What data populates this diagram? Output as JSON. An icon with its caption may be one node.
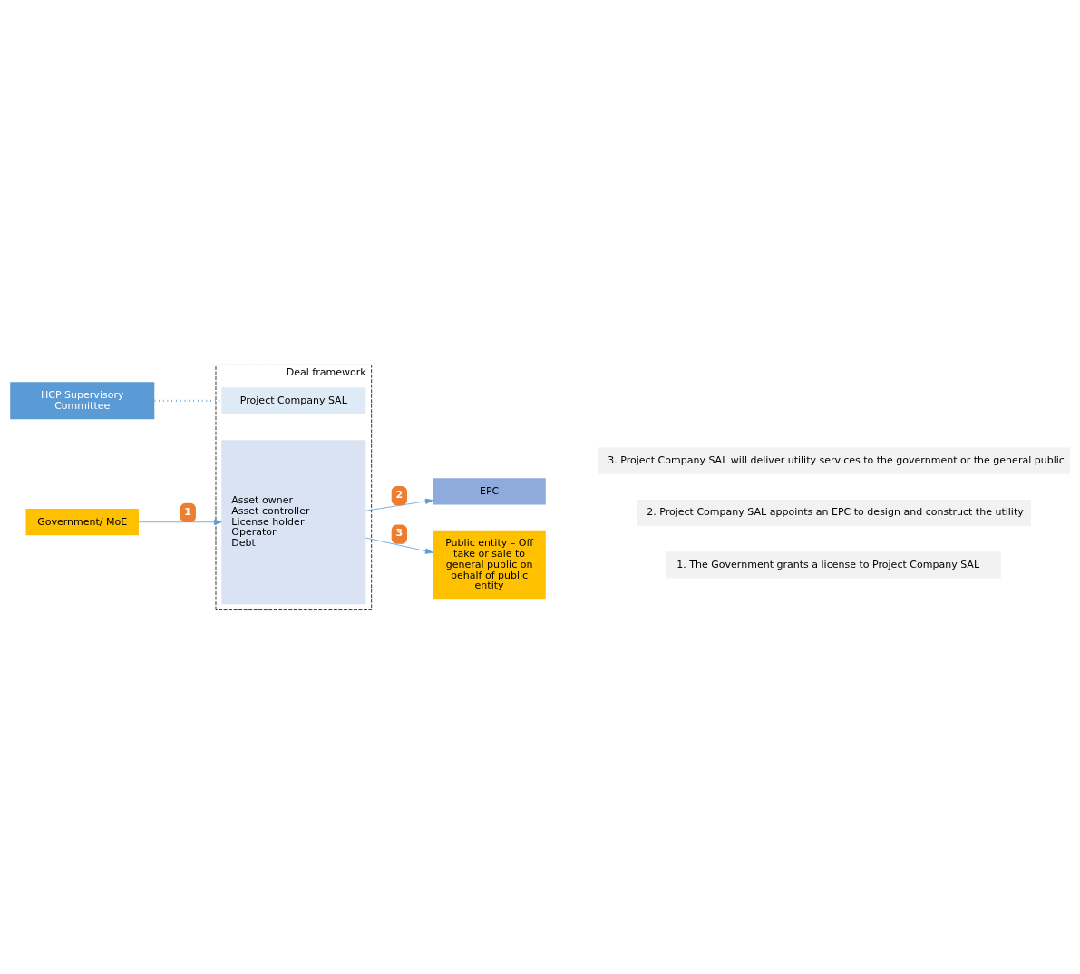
{
  "diagram": {
    "nodes": [
      {
        "text": [
          "HCP Supervisory Committee"
        ]
      },
      {
        "text": [
          "Deal framework"
        ]
      },
      {
        "text": [
          "Project Company SAL"
        ],
        "in": 1
      },
      {
        "text": [
          "Asset owner",
          "Asset controller",
          "License holder",
          "Operator",
          "Debt"
        ],
        "in": 1
      },
      {
        "text": [
          "Government/ MoE"
        ]
      },
      {
        "text": [
          "EPC"
        ]
      },
      {
        "text": [
          "Public entity – Off take or sale to general public on behalf of public entity"
        ]
      }
    ],
    "edges": [
      {
        "from": 0,
        "to": 2,
        "arrow": "none",
        "style": "dashed",
        "color": "#5b9bd5"
      },
      {
        "from": 4,
        "to": 3,
        "arrow": "to",
        "label": "1"
      },
      {
        "from": 3,
        "to": 5,
        "arrow": "to",
        "label": "2"
      },
      {
        "from": 3,
        "to": 6,
        "arrow": "to",
        "label": "3"
      }
    ],
    "labels": [
      "1. The Government grants a license to Project Company SAL",
      "2. Project Company SAL appoints an EPC to design and construct the utility",
      "3. Project Company SAL will deliver utility services to the government or the general public"
    ]
  }
}
